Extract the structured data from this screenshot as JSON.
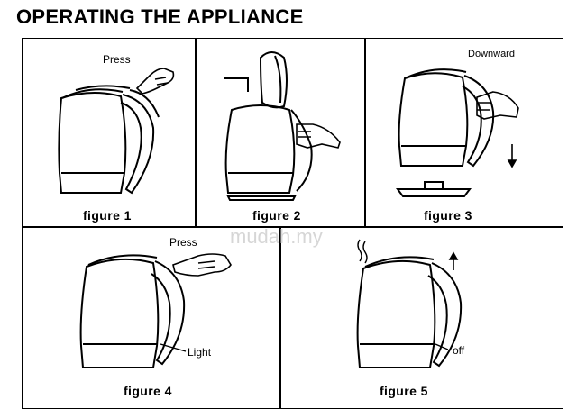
{
  "title": "OPERATING THE APPLIANCE",
  "watermark": "mudah.my",
  "figures": [
    {
      "caption": "figure 1",
      "note": "Press"
    },
    {
      "caption": "figure 2"
    },
    {
      "caption": "figure 3",
      "note": "Downward"
    },
    {
      "caption": "figure 4",
      "note": "Press",
      "note2": "Light"
    },
    {
      "caption": "figure 5",
      "note": "off"
    }
  ]
}
